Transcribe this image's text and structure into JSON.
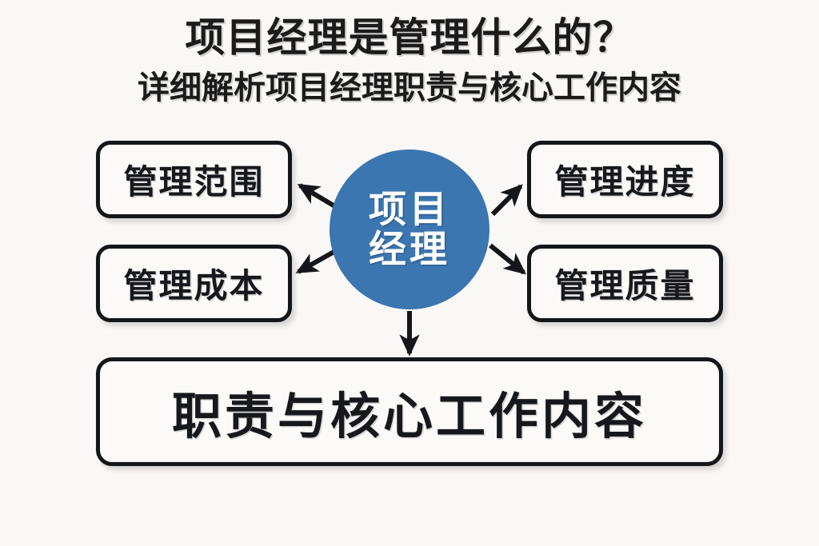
{
  "header": {
    "title": "项目经理是管理什么的？",
    "subtitle": "详细解析项目经理职责与核心工作内容"
  },
  "hub": {
    "line1": "项目",
    "line2": "经理",
    "color": "#3B76B0",
    "text_color": "#FFFFFF"
  },
  "nodes": [
    {
      "id": "scope",
      "label": "管理范围",
      "position": "top-left"
    },
    {
      "id": "schedule",
      "label": "管理进度",
      "position": "top-right"
    },
    {
      "id": "cost",
      "label": "管理成本",
      "position": "bottom-left"
    },
    {
      "id": "quality",
      "label": "管理质量",
      "position": "bottom-right"
    }
  ],
  "outcome": {
    "label": "职责与核心工作内容"
  },
  "arrows": [
    {
      "id": "to-scope",
      "from": "hub",
      "to": "scope",
      "direction": "up-left"
    },
    {
      "id": "to-schedule",
      "from": "hub",
      "to": "schedule",
      "direction": "up-right"
    },
    {
      "id": "to-cost",
      "from": "hub",
      "to": "cost",
      "direction": "down-left"
    },
    {
      "id": "to-quality",
      "from": "hub",
      "to": "quality",
      "direction": "down-right"
    },
    {
      "id": "to-outcome",
      "from": "hub",
      "to": "outcome",
      "direction": "down"
    }
  ],
  "theme": {
    "background": "#F9F8F6",
    "box_fill": "#FBFAF8",
    "stroke": "#15161A",
    "accent": "#3B76B0"
  }
}
